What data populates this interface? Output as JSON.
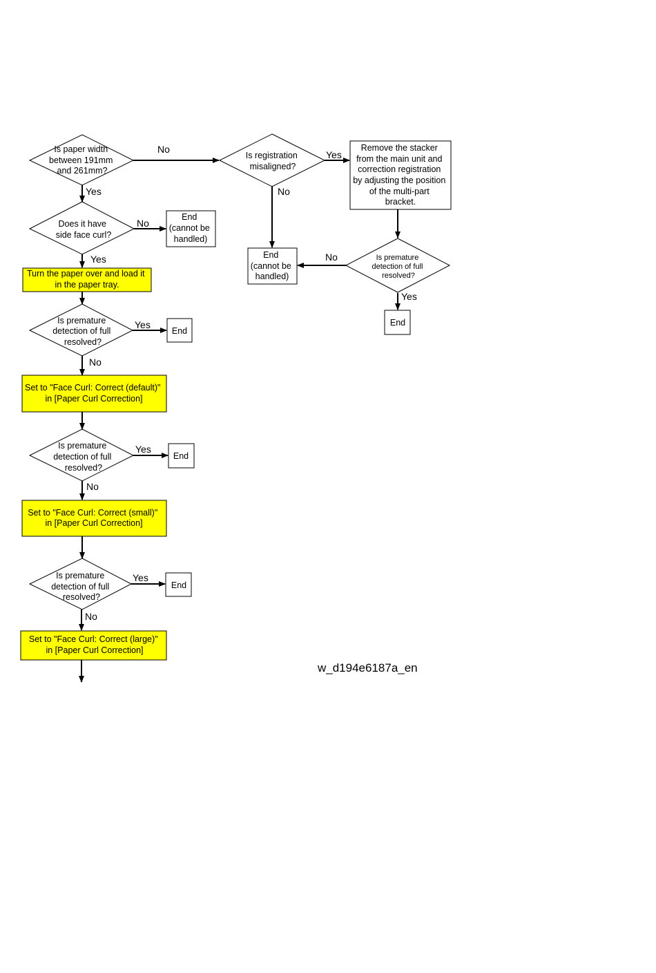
{
  "figure_id": "w_d194e6187a_en",
  "colors": {
    "process_fill": "#ffff00",
    "line": "#000000",
    "box_fill": "#ffffff"
  },
  "nodes": {
    "d1": [
      "Is paper width",
      "between 191mm",
      "and 261mm?"
    ],
    "d2": [
      "Does it have",
      "side face curl?"
    ],
    "e1": [
      "End",
      "(cannot be",
      "handled)"
    ],
    "p1": [
      "Turn the paper over and load it",
      "in the paper tray."
    ],
    "d3": [
      "Is premature",
      "detection of full",
      "resolved?"
    ],
    "e2": "End",
    "p2": [
      "Set to \"Face Curl: Correct (default)\"",
      "in [Paper Curl Correction]"
    ],
    "d4": [
      "Is premature",
      "detection of full",
      "resolved?"
    ],
    "e3": "End",
    "p3": [
      "Set to \"Face Curl: Correct (small)\"",
      "in [Paper Curl Correction]"
    ],
    "d5": [
      "Is premature",
      "detection of full",
      "resolved?"
    ],
    "e4": "End",
    "p4": [
      "Set to \"Face Curl: Correct (large)\"",
      "in [Paper Curl Correction]"
    ],
    "d6": [
      "Is registration",
      "misaligned?"
    ],
    "p5": [
      "Remove the stacker",
      "from the main unit and",
      "correction registration",
      "by adjusting the position",
      "of the multi-part",
      "bracket."
    ],
    "e5": [
      "End",
      "(cannot be",
      "handled)"
    ],
    "d7": [
      "Is premature",
      "detection of full",
      "resolved?"
    ],
    "e6": "End"
  },
  "edges": {
    "d1_no": "No",
    "d1_yes": "Yes",
    "d2_no": "No",
    "d2_yes": "Yes",
    "d3_yes": "Yes",
    "d3_no": "No",
    "d4_yes": "Yes",
    "d4_no": "No",
    "d5_yes": "Yes",
    "d5_no": "No",
    "d6_yes": "Yes",
    "d6_no": "No",
    "d7_no": "No",
    "d7_yes": "Yes"
  }
}
